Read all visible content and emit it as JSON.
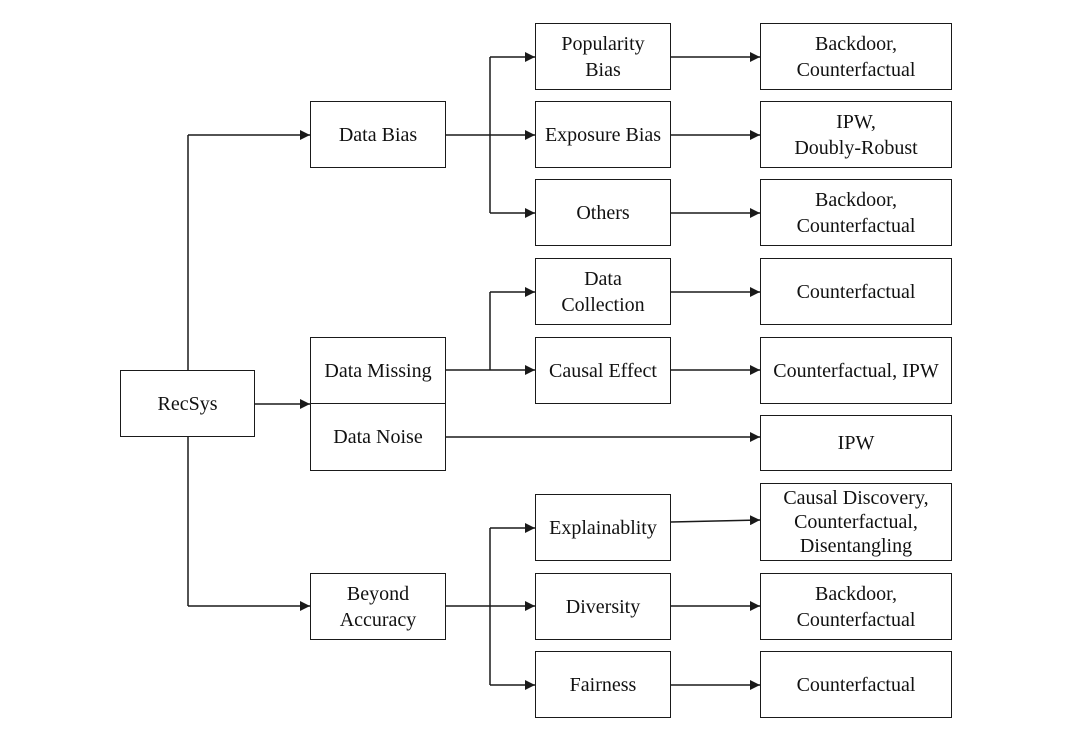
{
  "diagram": {
    "line_color": "#1a1a1a",
    "root": {
      "label": "RecSys"
    },
    "categories": {
      "data_bias": {
        "label": "Data Bias"
      },
      "data_missing": {
        "label": "Data Missing"
      },
      "data_noise": {
        "label": "Data Noise"
      },
      "beyond_accuracy": {
        "lines": [
          "Beyond",
          "Accuracy"
        ]
      }
    },
    "issues": {
      "popularity_bias": {
        "lines": [
          "Popularity",
          "Bias"
        ]
      },
      "exposure_bias": {
        "label": "Exposure Bias"
      },
      "others": {
        "label": "Others"
      },
      "data_collection": {
        "lines": [
          "Data",
          "Collection"
        ]
      },
      "causal_effect": {
        "label": "Causal Effect"
      },
      "explainablity": {
        "label": "Explainablity"
      },
      "diversity": {
        "label": "Diversity"
      },
      "fairness": {
        "label": "Fairness"
      }
    },
    "methods": {
      "popularity_bias": {
        "lines": [
          "Backdoor,",
          "Counterfactual"
        ]
      },
      "exposure_bias": {
        "lines": [
          "IPW,",
          "Doubly-Robust"
        ]
      },
      "others": {
        "lines": [
          "Backdoor,",
          "Counterfactual"
        ]
      },
      "data_collection": {
        "label": "Counterfactual"
      },
      "causal_effect": {
        "label": "Counterfactual, IPW"
      },
      "data_noise": {
        "label": "IPW"
      },
      "explainablity": {
        "lines": [
          "Causal Discovery,",
          "Counterfactual,",
          "Disentangling"
        ]
      },
      "diversity": {
        "lines": [
          "Backdoor,",
          "Counterfactual"
        ]
      },
      "fairness": {
        "label": "Counterfactual"
      }
    }
  }
}
